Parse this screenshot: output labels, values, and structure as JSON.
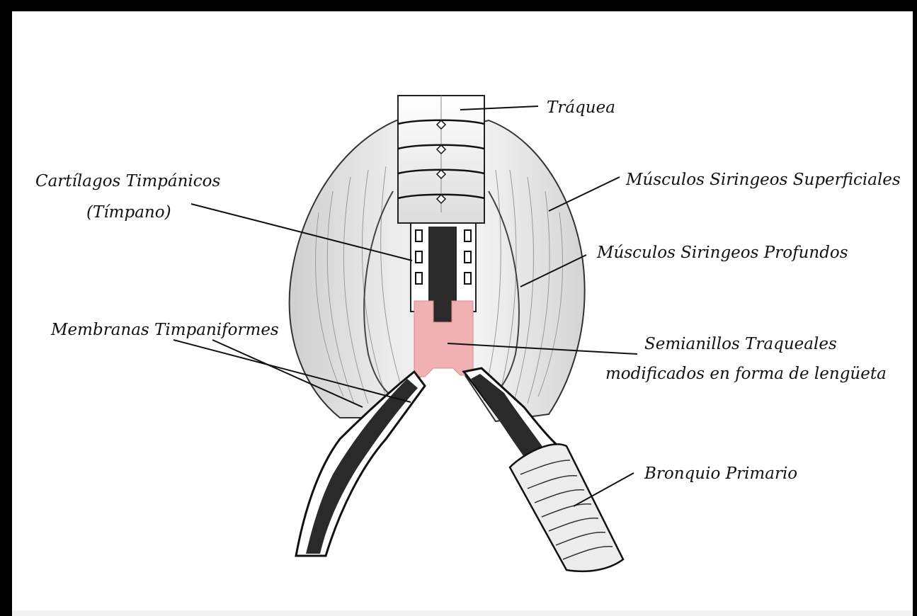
{
  "labels": {
    "traquea": "Tráquea",
    "cartilagos_line1": "Cartílagos Timpánicos",
    "cartilagos_line2": "(Tímpano)",
    "superficiales": "Músculos Siringeos Superficiales",
    "profundos": "Músculos Siringeos Profundos",
    "membranas": "Membranas Timpaniformes",
    "semianillos_line1": "Semianillos Traqueales",
    "semianillos_line2": "modificados en forma de lengüeta",
    "bronquio": "Bronquio Primario"
  },
  "colors": {
    "frame": "#000000",
    "muscle_fill": "#e8e8e8",
    "highlight_pink": "#f1b0b2",
    "bronchus_dark": "#2a2a2a",
    "line": "#111111"
  }
}
